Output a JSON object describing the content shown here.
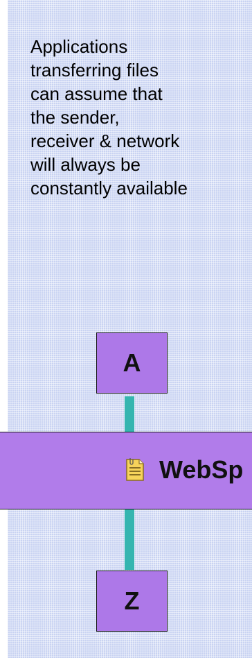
{
  "note": {
    "text": "Applications\ntransferring files\ncan assume that\nthe sender,\nreceiver & network\nwill always be\nconstantly available"
  },
  "nodes": {
    "top_label": "A",
    "bottom_label": "Z"
  },
  "bus": {
    "label": "WebSp",
    "icon": "document-icon"
  },
  "colors": {
    "panel_background": "#c9d3f2",
    "node_fill": "#ad78e8",
    "bus_fill": "#b17cea",
    "connector": "#35b5b0",
    "icon_fill": "#f6d35a"
  }
}
